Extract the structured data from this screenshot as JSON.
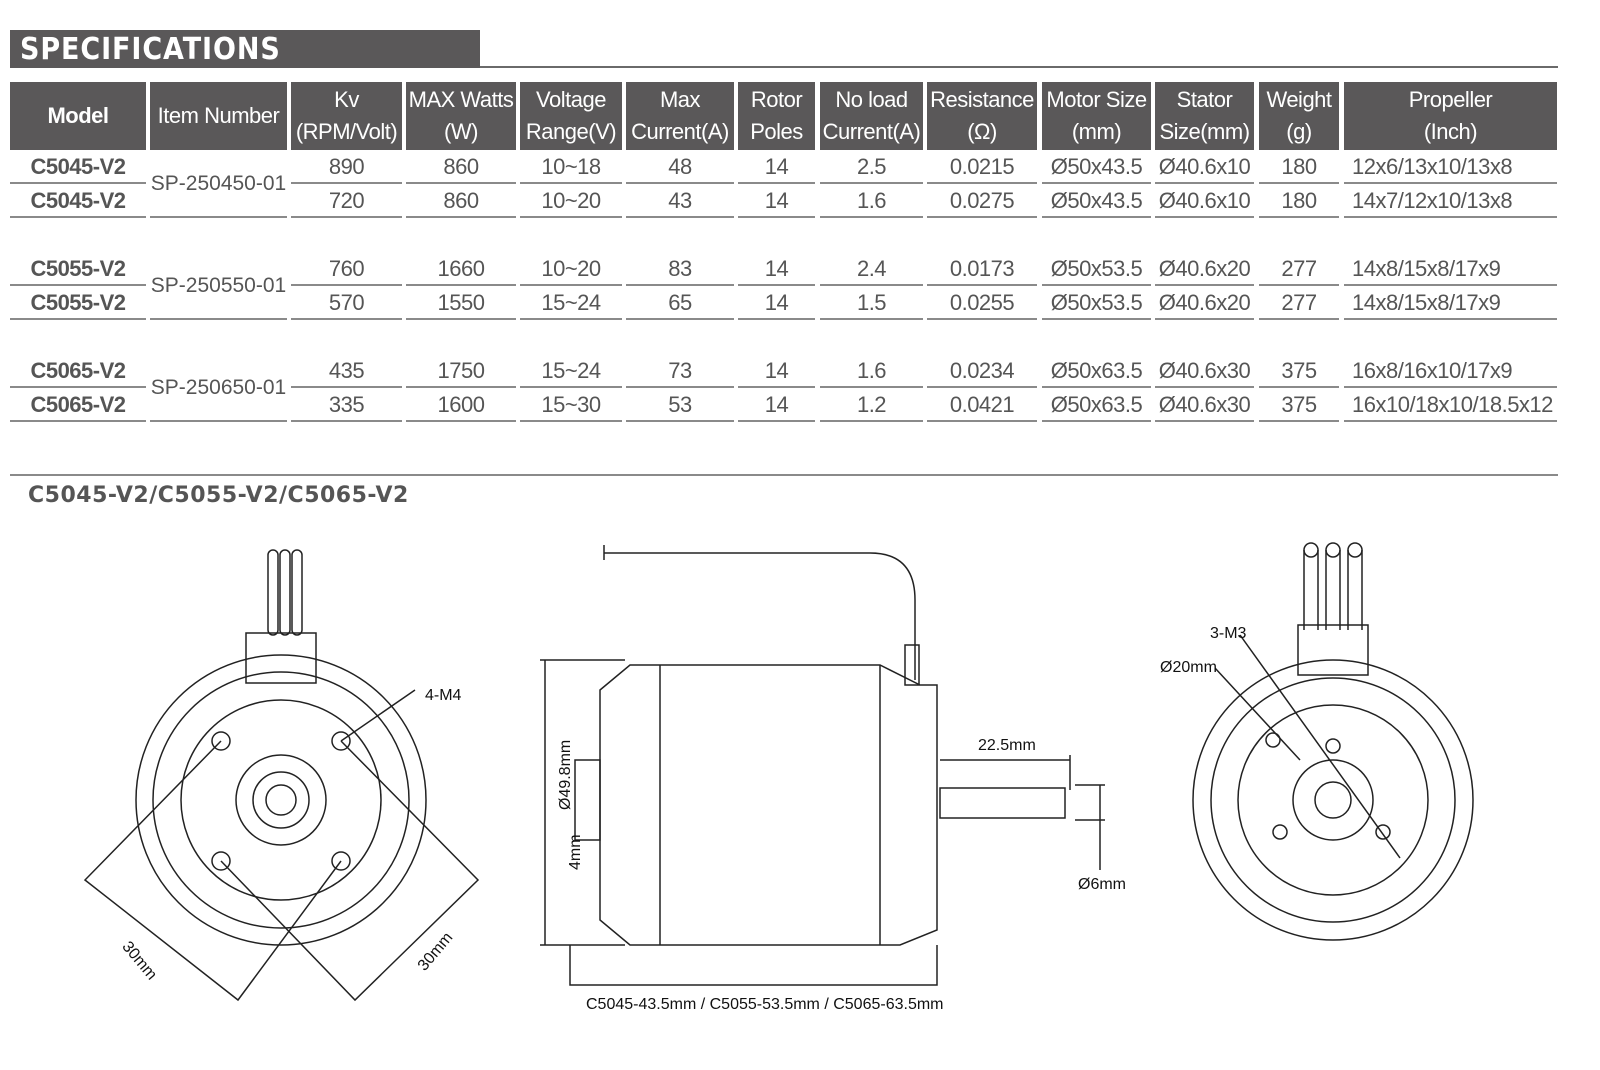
{
  "title": "SPECIFICATIONS",
  "headers": [
    {
      "l1": "Model",
      "l2": ""
    },
    {
      "l1": "Item Number",
      "l2": ""
    },
    {
      "l1": "Kv",
      "l2": "(RPM/Volt)"
    },
    {
      "l1": "MAX Watts",
      "l2": "(W)"
    },
    {
      "l1": "Voltage",
      "l2": "Range(V)"
    },
    {
      "l1": "Max",
      "l2": "Current(A)"
    },
    {
      "l1": "Rotor",
      "l2": "Poles"
    },
    {
      "l1": "No load",
      "l2": "Current(A)"
    },
    {
      "l1": "Resistance",
      "l2": "(Ω)"
    },
    {
      "l1": "Motor Size",
      "l2": "(mm)"
    },
    {
      "l1": "Stator",
      "l2": "Size(mm)"
    },
    {
      "l1": "Weight",
      "l2": "(g)"
    },
    {
      "l1": "Propeller",
      "l2": "(Inch)"
    }
  ],
  "groups": [
    {
      "item": "SP-250450-01",
      "rows": [
        [
          "C5045-V2",
          "890",
          "860",
          "10~18",
          "48",
          "14",
          "2.5",
          "0.0215",
          "Ø50x43.5",
          "Ø40.6x10",
          "180",
          "12x6/13x10/13x8"
        ],
        [
          "C5045-V2",
          "720",
          "860",
          "10~20",
          "43",
          "14",
          "1.6",
          "0.0275",
          "Ø50x43.5",
          "Ø40.6x10",
          "180",
          "14x7/12x10/13x8"
        ]
      ]
    },
    {
      "item": "SP-250550-01",
      "rows": [
        [
          "C5055-V2",
          "760",
          "1660",
          "10~20",
          "83",
          "14",
          "2.4",
          "0.0173",
          "Ø50x53.5",
          "Ø40.6x20",
          "277",
          "14x8/15x8/17x9"
        ],
        [
          "C5055-V2",
          "570",
          "1550",
          "15~24",
          "65",
          "14",
          "1.5",
          "0.0255",
          "Ø50x53.5",
          "Ø40.6x20",
          "277",
          "14x8/15x8/17x9"
        ]
      ]
    },
    {
      "item": "SP-250650-01",
      "rows": [
        [
          "C5065-V2",
          "435",
          "1750",
          "15~24",
          "73",
          "14",
          "1.6",
          "0.0234",
          "Ø50x63.5",
          "Ø40.6x30",
          "375",
          "16x8/16x10/17x9"
        ],
        [
          "C5065-V2",
          "335",
          "1600",
          "15~30",
          "53",
          "14",
          "1.2",
          "0.0421",
          "Ø50x63.5",
          "Ø40.6x30",
          "375",
          "16x10/18x10/18.5x12"
        ]
      ]
    }
  ],
  "drawing": {
    "subtitle": "C5045-V2/C5055-V2/C5065-V2",
    "front": {
      "holes": "4-M4",
      "dim_a": "30mm",
      "dim_b": "30mm"
    },
    "side": {
      "diameter": "Ø49.8mm",
      "offset": "4mm",
      "shaft_length": "22.5mm",
      "shaft_dia": "Ø6mm",
      "length": "C5045-43.5mm / C5055-53.5mm / C5065-63.5mm"
    },
    "rear": {
      "holes": "3-M3",
      "circle": "Ø20mm"
    }
  }
}
